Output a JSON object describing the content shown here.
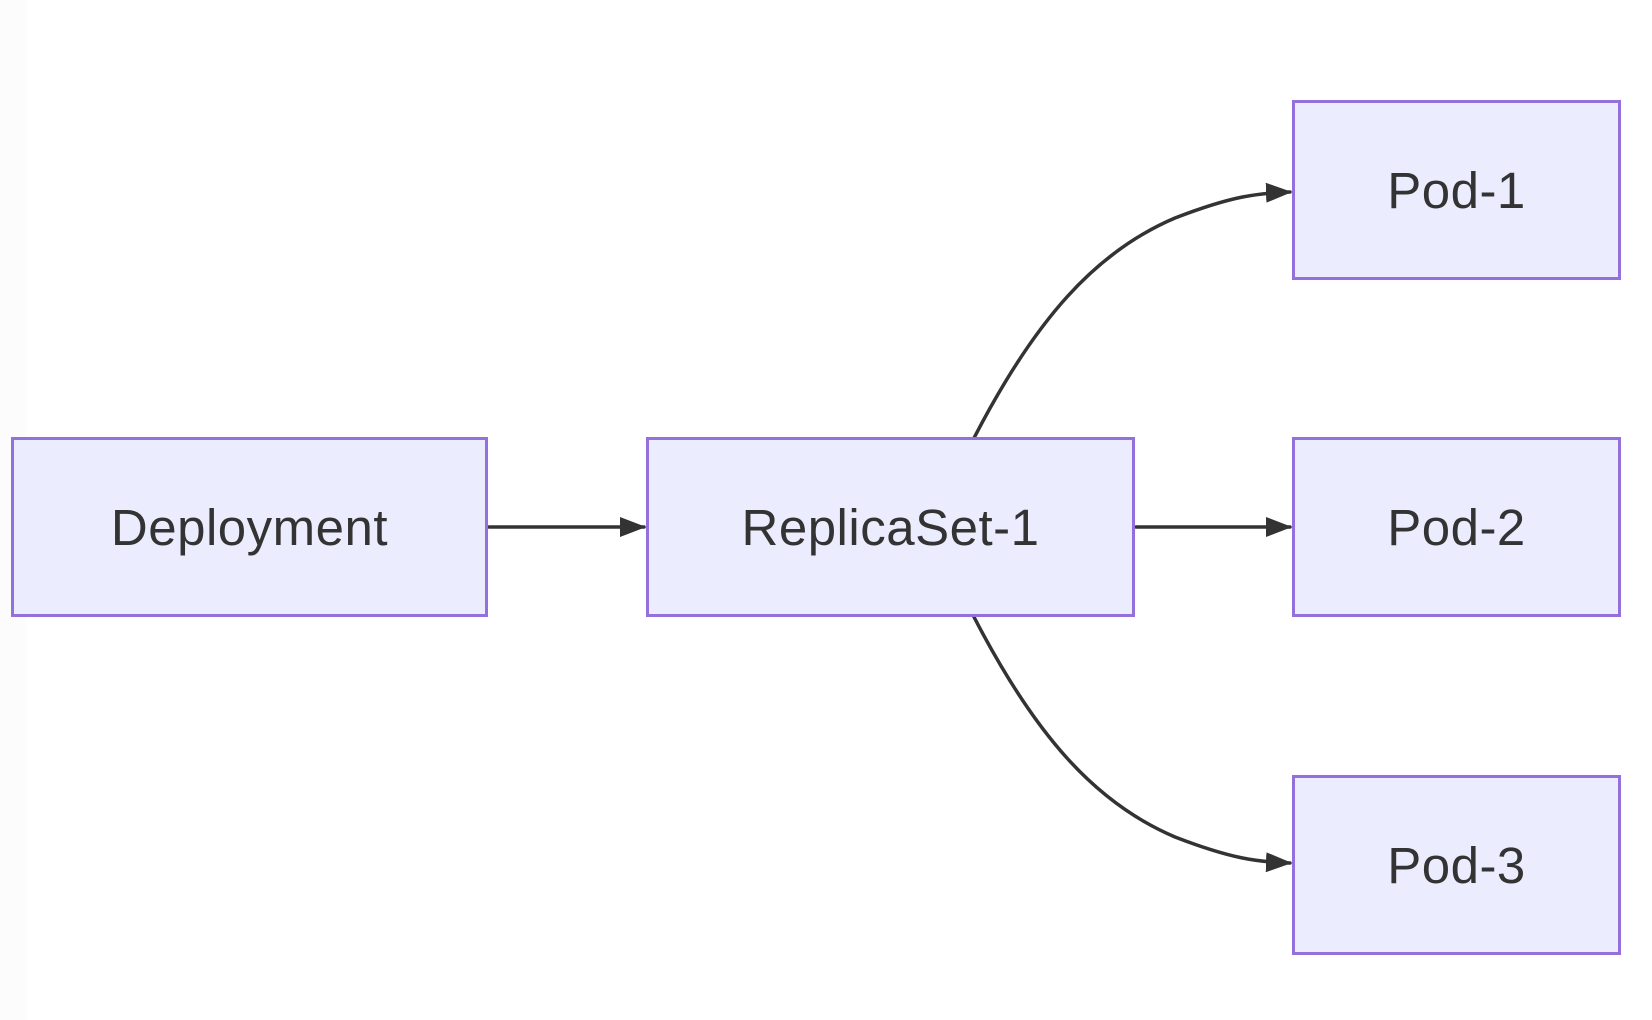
{
  "diagram": {
    "type": "flowchart",
    "direction": "left-to-right",
    "nodes": [
      {
        "id": "deployment",
        "label": "Deployment"
      },
      {
        "id": "replicaset-1",
        "label": "ReplicaSet-1"
      },
      {
        "id": "pod-1",
        "label": "Pod-1"
      },
      {
        "id": "pod-2",
        "label": "Pod-2"
      },
      {
        "id": "pod-3",
        "label": "Pod-3"
      }
    ],
    "edges": [
      {
        "from": "Deployment",
        "to": "ReplicaSet-1",
        "style": "arrow"
      },
      {
        "from": "ReplicaSet-1",
        "to": "Pod-1",
        "style": "arrow"
      },
      {
        "from": "ReplicaSet-1",
        "to": "Pod-2",
        "style": "arrow"
      },
      {
        "from": "ReplicaSet-1",
        "to": "Pod-3",
        "style": "arrow"
      }
    ],
    "colors": {
      "background": "#FFFFFF",
      "node_fill": "#ECECFF",
      "node_border": "#9370DB",
      "edge": "#333333",
      "text": "#333333"
    }
  }
}
